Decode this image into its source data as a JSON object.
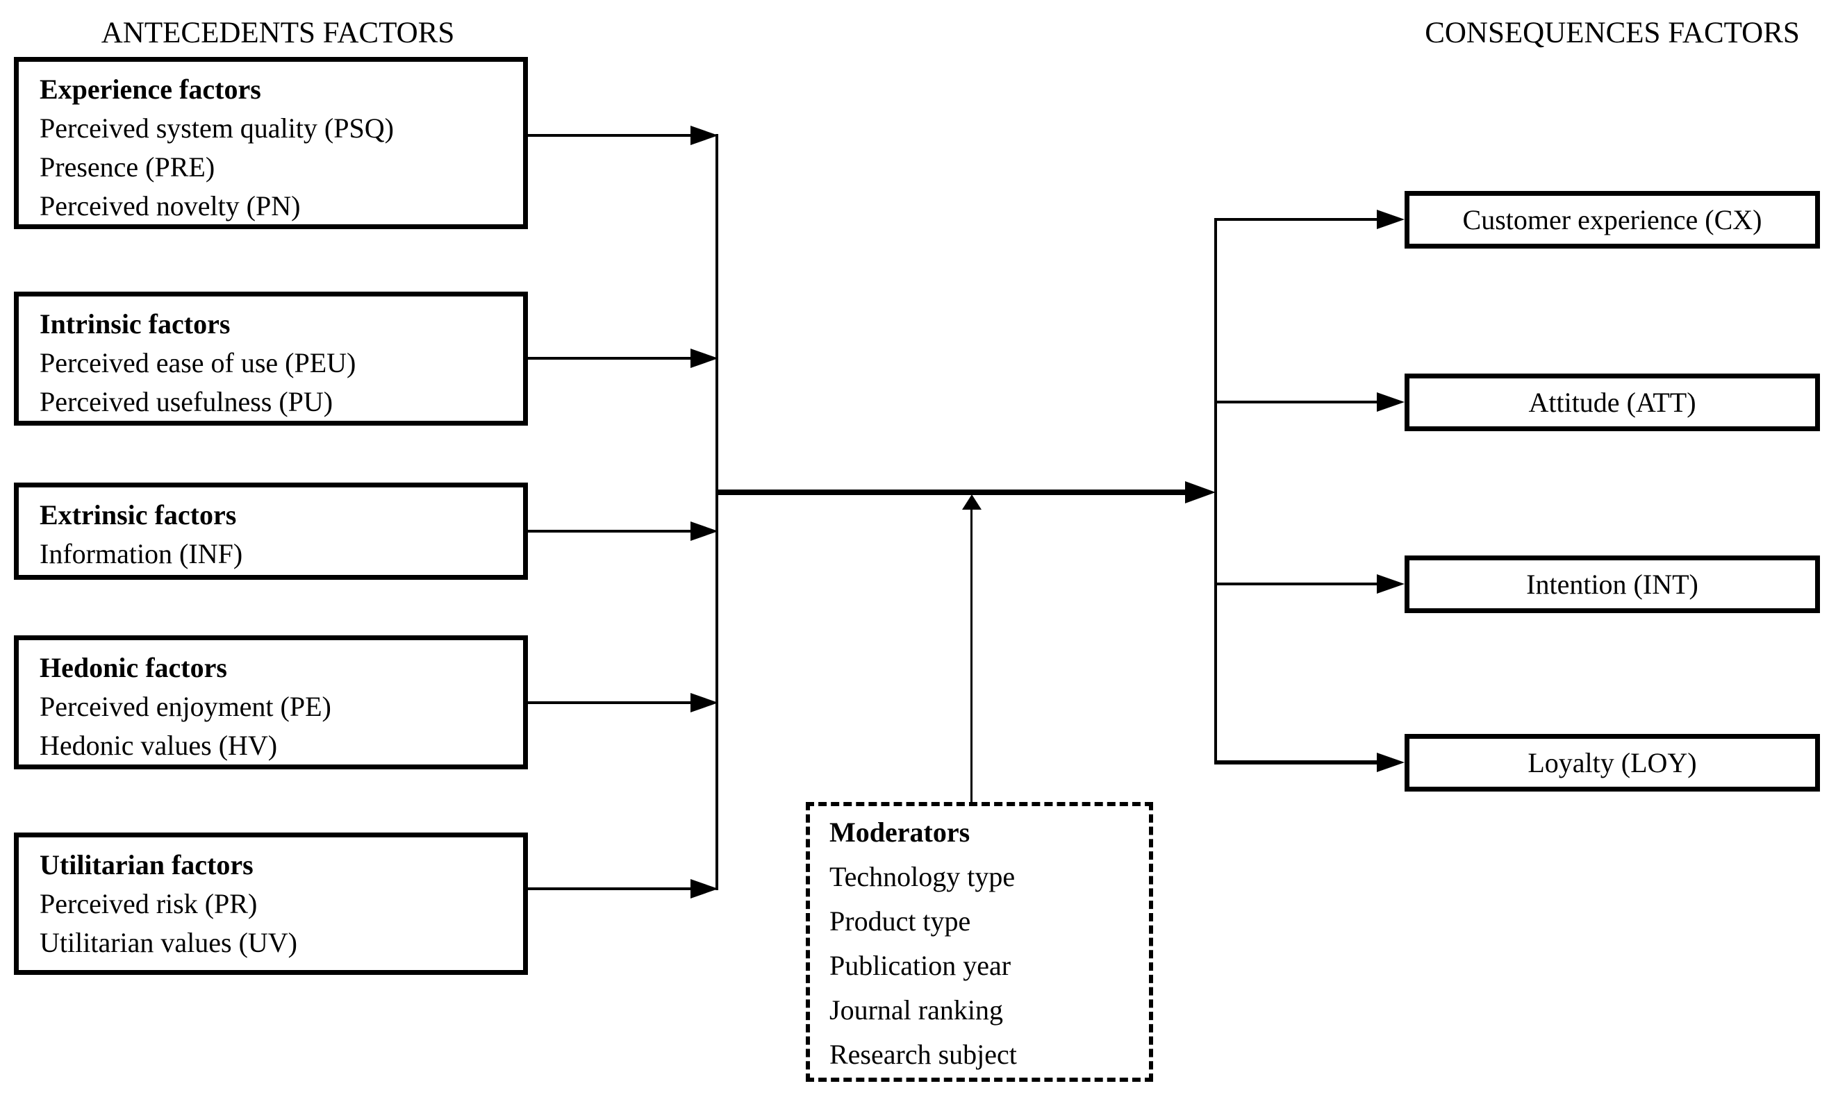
{
  "titles": {
    "antecedents": "ANTECEDENTS FACTORS",
    "consequences": "CONSEQUENCES FACTORS"
  },
  "antecedents": [
    {
      "title": "Experience factors",
      "items": [
        "Perceived system quality (PSQ)",
        "Presence (PRE)",
        "Perceived novelty (PN)"
      ]
    },
    {
      "title": "Intrinsic factors",
      "items": [
        "Perceived ease of use (PEU)",
        "Perceived usefulness (PU)"
      ]
    },
    {
      "title": "Extrinsic factors",
      "items": [
        "Information (INF)"
      ]
    },
    {
      "title": "Hedonic factors",
      "items": [
        "Perceived enjoyment (PE)",
        "Hedonic values (HV)"
      ]
    },
    {
      "title": "Utilitarian factors",
      "items": [
        "Perceived risk (PR)",
        "Utilitarian values (UV)"
      ]
    }
  ],
  "consequences": [
    {
      "label": "Customer experience (CX)"
    },
    {
      "label": "Attitude (ATT)"
    },
    {
      "label": "Intention (INT)"
    },
    {
      "label": "Loyalty (LOY)"
    }
  ],
  "moderators": {
    "title": "Moderators",
    "items": [
      "Technology type",
      "Product type",
      "Publication year",
      "Journal ranking",
      "Research subject"
    ]
  },
  "colors": {
    "ink": "#000000",
    "background": "#ffffff"
  }
}
